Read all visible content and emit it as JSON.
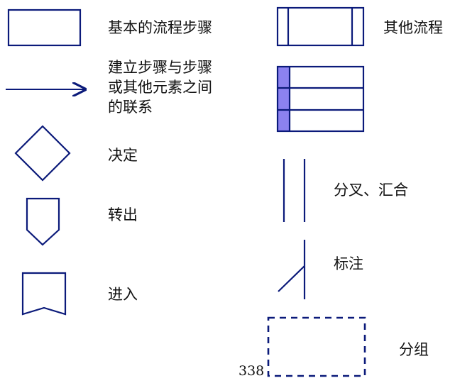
{
  "colors": {
    "stroke": "#0b1a7a",
    "fill_highlight": "#8c82f0",
    "text": "#111111"
  },
  "legend": {
    "left": [
      {
        "symbol": "rectangle-icon",
        "label": "基本的流程步骤"
      },
      {
        "symbol": "arrow-icon",
        "label_lines": [
          "建立步骤与步骤",
          "或其他元素之间",
          "的联系"
        ]
      },
      {
        "symbol": "diamond-icon",
        "label": "决定"
      },
      {
        "symbol": "off-page-connector-icon",
        "label": "转出"
      },
      {
        "symbol": "entry-connector-icon",
        "label": "进入"
      }
    ],
    "right": [
      {
        "symbol": "predefined-process-icon",
        "label": "其他流程"
      },
      {
        "symbol": "stacked-table-icon",
        "label": ""
      },
      {
        "symbol": "parallel-lines-icon",
        "label": "分叉、汇合"
      },
      {
        "symbol": "annotation-icon",
        "label": "标注"
      },
      {
        "symbol": "dashed-group-icon",
        "label": "分组"
      }
    ]
  },
  "page_number": "338"
}
